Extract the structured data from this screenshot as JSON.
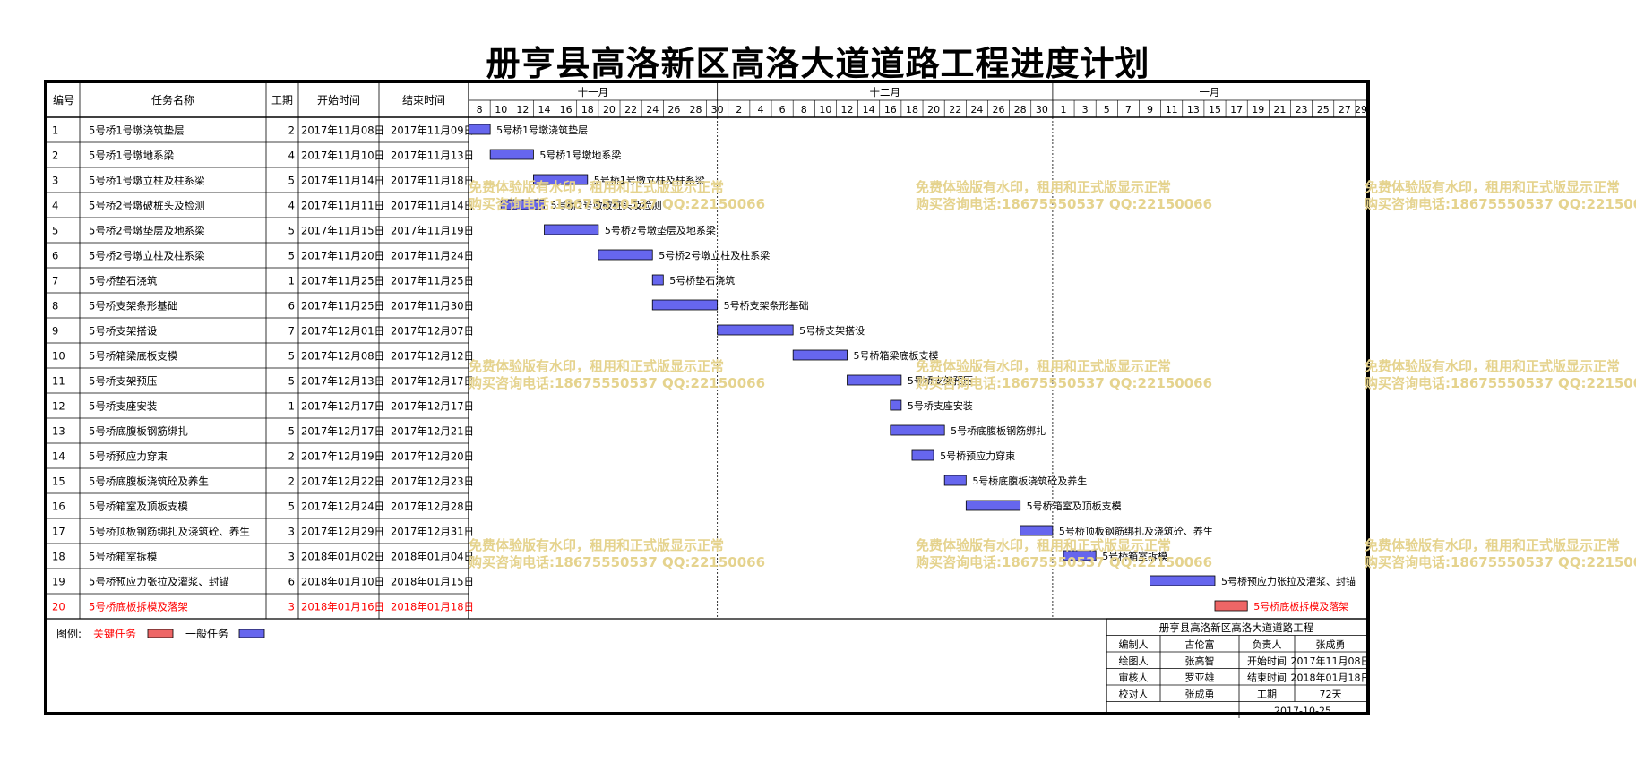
{
  "title": "册亨县高洛新区高洛大道道路工程进度计划",
  "headers": {
    "id": "编号",
    "name": "任务名称",
    "duration": "工期",
    "start": "开始时间",
    "end": "结束时间"
  },
  "colors": {
    "normal": "#6666ee",
    "critical": "#ee6666",
    "critical_text": "#ff0000",
    "watermark": "#e5d38e"
  },
  "chart_data": {
    "type": "gantt",
    "timeline": {
      "start": "2017-11-08",
      "end": "2018-01-29",
      "months": [
        {
          "label": "十一月",
          "start": "2017-11-08",
          "end": "2017-11-30"
        },
        {
          "label": "十二月",
          "start": "2017-12-01",
          "end": "2017-12-31"
        },
        {
          "label": "一月",
          "start": "2018-01-01",
          "end": "2018-01-29"
        }
      ],
      "day_ticks": [
        {
          "date": "2017-11-08",
          "label": "8"
        },
        {
          "date": "2017-11-10",
          "label": "10"
        },
        {
          "date": "2017-11-12",
          "label": "12"
        },
        {
          "date": "2017-11-14",
          "label": "14"
        },
        {
          "date": "2017-11-16",
          "label": "16"
        },
        {
          "date": "2017-11-18",
          "label": "18"
        },
        {
          "date": "2017-11-20",
          "label": "20"
        },
        {
          "date": "2017-11-22",
          "label": "22"
        },
        {
          "date": "2017-11-24",
          "label": "24"
        },
        {
          "date": "2017-11-26",
          "label": "26"
        },
        {
          "date": "2017-11-28",
          "label": "28"
        },
        {
          "date": "2017-11-30",
          "label": "30"
        },
        {
          "date": "2017-12-02",
          "label": "2"
        },
        {
          "date": "2017-12-04",
          "label": "4"
        },
        {
          "date": "2017-12-06",
          "label": "6"
        },
        {
          "date": "2017-12-08",
          "label": "8"
        },
        {
          "date": "2017-12-10",
          "label": "10"
        },
        {
          "date": "2017-12-12",
          "label": "12"
        },
        {
          "date": "2017-12-14",
          "label": "14"
        },
        {
          "date": "2017-12-16",
          "label": "16"
        },
        {
          "date": "2017-12-18",
          "label": "18"
        },
        {
          "date": "2017-12-20",
          "label": "20"
        },
        {
          "date": "2017-12-22",
          "label": "22"
        },
        {
          "date": "2017-12-24",
          "label": "24"
        },
        {
          "date": "2017-12-26",
          "label": "26"
        },
        {
          "date": "2017-12-28",
          "label": "28"
        },
        {
          "date": "2017-12-30",
          "label": "30"
        },
        {
          "date": "2018-01-01",
          "label": "1"
        },
        {
          "date": "2018-01-03",
          "label": "3"
        },
        {
          "date": "2018-01-05",
          "label": "5"
        },
        {
          "date": "2018-01-07",
          "label": "7"
        },
        {
          "date": "2018-01-09",
          "label": "9"
        },
        {
          "date": "2018-01-11",
          "label": "11"
        },
        {
          "date": "2018-01-13",
          "label": "13"
        },
        {
          "date": "2018-01-15",
          "label": "15"
        },
        {
          "date": "2018-01-17",
          "label": "17"
        },
        {
          "date": "2018-01-19",
          "label": "19"
        },
        {
          "date": "2018-01-21",
          "label": "21"
        },
        {
          "date": "2018-01-23",
          "label": "23"
        },
        {
          "date": "2018-01-25",
          "label": "25"
        },
        {
          "date": "2018-01-27",
          "label": "27"
        },
        {
          "date": "2018-01-29",
          "label": "29"
        }
      ]
    },
    "tasks": [
      {
        "id": "1",
        "name": "5号桥1号墩浇筑垫层",
        "duration": 2,
        "start": "2017-11-08",
        "end": "2017-11-09",
        "start_label": "2017年11月08日",
        "end_label": "2017年11月09日",
        "critical": false
      },
      {
        "id": "2",
        "name": "5号桥1号墩地系梁",
        "duration": 4,
        "start": "2017-11-10",
        "end": "2017-11-13",
        "start_label": "2017年11月10日",
        "end_label": "2017年11月13日",
        "critical": false
      },
      {
        "id": "3",
        "name": "5号桥1号墩立柱及柱系梁",
        "duration": 5,
        "start": "2017-11-14",
        "end": "2017-11-18",
        "start_label": "2017年11月14日",
        "end_label": "2017年11月18日",
        "critical": false
      },
      {
        "id": "4",
        "name": "5号桥2号墩破桩头及检测",
        "duration": 4,
        "start": "2017-11-11",
        "end": "2017-11-14",
        "start_label": "2017年11月11日",
        "end_label": "2017年11月14日",
        "critical": false
      },
      {
        "id": "5",
        "name": "5号桥2号墩垫层及地系梁",
        "duration": 5,
        "start": "2017-11-15",
        "end": "2017-11-19",
        "start_label": "2017年11月15日",
        "end_label": "2017年11月19日",
        "critical": false
      },
      {
        "id": "6",
        "name": "5号桥2号墩立柱及柱系梁",
        "duration": 5,
        "start": "2017-11-20",
        "end": "2017-11-24",
        "start_label": "2017年11月20日",
        "end_label": "2017年11月24日",
        "critical": false
      },
      {
        "id": "7",
        "name": "5号桥垫石浇筑",
        "duration": 1,
        "start": "2017-11-25",
        "end": "2017-11-25",
        "start_label": "2017年11月25日",
        "end_label": "2017年11月25日",
        "critical": false
      },
      {
        "id": "8",
        "name": "5号桥支架条形基础",
        "duration": 6,
        "start": "2017-11-25",
        "end": "2017-11-30",
        "start_label": "2017年11月25日",
        "end_label": "2017年11月30日",
        "critical": false
      },
      {
        "id": "9",
        "name": "5号桥支架搭设",
        "duration": 7,
        "start": "2017-12-01",
        "end": "2017-12-07",
        "start_label": "2017年12月01日",
        "end_label": "2017年12月07日",
        "critical": false
      },
      {
        "id": "10",
        "name": "5号桥箱梁底板支模",
        "duration": 5,
        "start": "2017-12-08",
        "end": "2017-12-12",
        "start_label": "2017年12月08日",
        "end_label": "2017年12月12日",
        "critical": false
      },
      {
        "id": "11",
        "name": "5号桥支架预压",
        "duration": 5,
        "start": "2017-12-13",
        "end": "2017-12-17",
        "start_label": "2017年12月13日",
        "end_label": "2017年12月17日",
        "critical": false
      },
      {
        "id": "12",
        "name": "5号桥支座安装",
        "duration": 1,
        "start": "2017-12-17",
        "end": "2017-12-17",
        "start_label": "2017年12月17日",
        "end_label": "2017年12月17日",
        "critical": false
      },
      {
        "id": "13",
        "name": "5号桥底腹板钢筋绑扎",
        "duration": 5,
        "start": "2017-12-17",
        "end": "2017-12-21",
        "start_label": "2017年12月17日",
        "end_label": "2017年12月21日",
        "critical": false
      },
      {
        "id": "14",
        "name": "5号桥预应力穿束",
        "duration": 2,
        "start": "2017-12-19",
        "end": "2017-12-20",
        "start_label": "2017年12月19日",
        "end_label": "2017年12月20日",
        "critical": false
      },
      {
        "id": "15",
        "name": "5号桥底腹板浇筑砼及养生",
        "duration": 2,
        "start": "2017-12-22",
        "end": "2017-12-23",
        "start_label": "2017年12月22日",
        "end_label": "2017年12月23日",
        "critical": false
      },
      {
        "id": "16",
        "name": "5号桥箱室及顶板支模",
        "duration": 5,
        "start": "2017-12-24",
        "end": "2017-12-28",
        "start_label": "2017年12月24日",
        "end_label": "2017年12月28日",
        "critical": false
      },
      {
        "id": "17",
        "name": "5号桥顶板钢筋绑扎及浇筑砼、养生",
        "duration": 3,
        "start": "2017-12-29",
        "end": "2017-12-31",
        "start_label": "2017年12月29日",
        "end_label": "2017年12月31日",
        "critical": false
      },
      {
        "id": "18",
        "name": "5号桥箱室拆模",
        "duration": 3,
        "start": "2018-01-02",
        "end": "2018-01-04",
        "start_label": "2018年01月02日",
        "end_label": "2018年01月04日",
        "critical": false
      },
      {
        "id": "19",
        "name": "5号桥预应力张拉及灌浆、封锚",
        "duration": 6,
        "start": "2018-01-10",
        "end": "2018-01-15",
        "start_label": "2018年01月10日",
        "end_label": "2018年01月15日",
        "critical": false
      },
      {
        "id": "20",
        "name": "5号桥底板拆模及落架",
        "duration": 3,
        "start": "2018-01-16",
        "end": "2018-01-18",
        "start_label": "2018年01月16日",
        "end_label": "2018年01月18日",
        "critical": true
      }
    ]
  },
  "legend": {
    "label": "图例:",
    "critical": "关键任务",
    "normal": "一般任务"
  },
  "info": {
    "project": "册亨县高洛新区高洛大道道路工程",
    "rows": [
      [
        "编制人",
        "古伦富",
        "负责人",
        "张成勇"
      ],
      [
        "绘图人",
        "张高智",
        "开始时间",
        "2017年11月08日"
      ],
      [
        "审核人",
        "罗亚雄",
        "结束时间",
        "2018年01月18日"
      ],
      [
        "校对人",
        "张成勇",
        "工期",
        "72天"
      ]
    ],
    "date": "2017-10-25"
  },
  "watermark": {
    "line1": "免费体验版有水印，租用和正式版显示正常",
    "line2": "购买咨询电话:18675550537 QQ:22150066"
  }
}
